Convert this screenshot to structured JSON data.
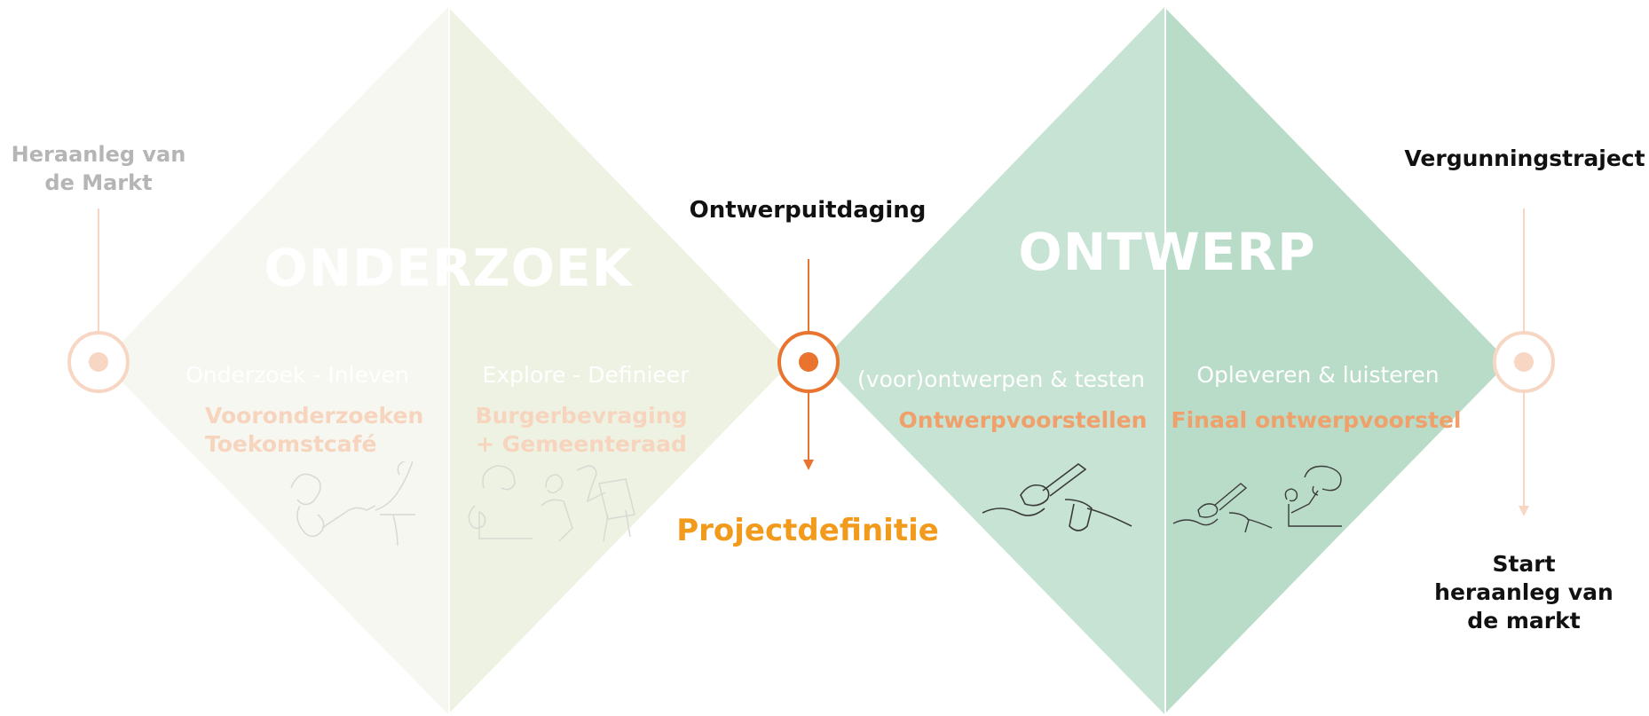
{
  "diamonds": {
    "research": {
      "title": "ONDERZOEK",
      "left_phase": {
        "label": "Onderzoek - Inleven",
        "items": [
          "Vooronderzoeken",
          "Toekomstcafé"
        ]
      },
      "right_phase": {
        "label": "Explore - Definieer",
        "items": [
          "Burgerbevraging",
          "+ Gemeenteraad"
        ]
      }
    },
    "design": {
      "title": "ONTWERP",
      "left_phase": {
        "label": "(voor)ontwerpen & testen",
        "items": [
          "Ontwerpvoorstellen"
        ]
      },
      "right_phase": {
        "label": "Opleveren & luisteren",
        "items": [
          "Finaal ontwerpvoorstel"
        ]
      }
    }
  },
  "milestones": {
    "start": {
      "label_lines": [
        "Heraanleg van",
        "de Markt"
      ]
    },
    "middle": {
      "label": "Ontwerpuitdaging",
      "result": "Projectdefinitie"
    },
    "end": {
      "label": "Vergunningstraject",
      "result_lines": [
        "Start",
        "heraanleg van",
        "de markt"
      ]
    }
  },
  "colors": {
    "orange": "#E8742F",
    "orange_light": "#F7D7C4",
    "research_left": "#F6F7F1",
    "research_right": "#EEF2E3",
    "design_left": "#C7E3D3",
    "design_right": "#B9DCC8"
  }
}
